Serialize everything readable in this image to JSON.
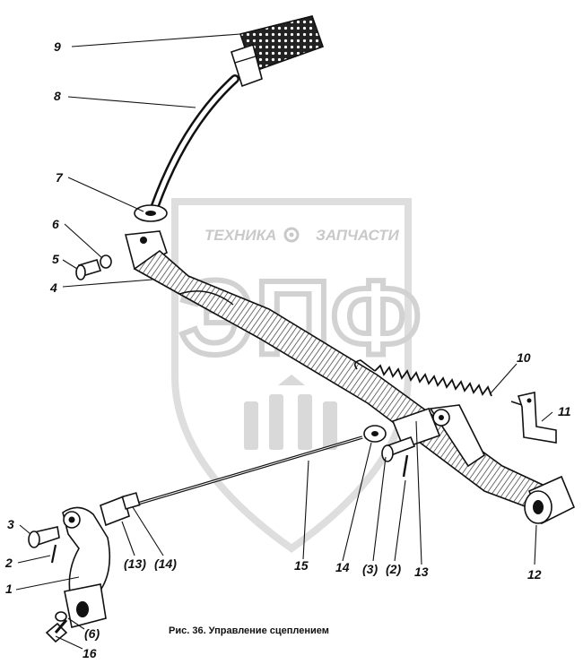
{
  "watermark": {
    "left_word": "ТЕХНИКА",
    "right_word": "ЗАПЧАСТИ",
    "logo": "ЭПФ"
  },
  "caption": "Рис. 36. Управление сцеплением",
  "callouts": {
    "c1": "1",
    "c2": "2",
    "c3": "3",
    "c4": "4",
    "c5": "5",
    "c6": "6",
    "c7": "7",
    "c8": "8",
    "c9": "9",
    "c10": "10",
    "c11": "11",
    "c12": "12",
    "c13": "13",
    "c14": "14",
    "c15": "15",
    "c16": "16",
    "c13b": "(13)",
    "c14b": "(14)",
    "c3b": "(3)",
    "c2b": "(2)",
    "c6b": "(6)"
  },
  "colors": {
    "ink": "#111111",
    "watermark": "#cfcfcf",
    "background": "#ffffff"
  }
}
